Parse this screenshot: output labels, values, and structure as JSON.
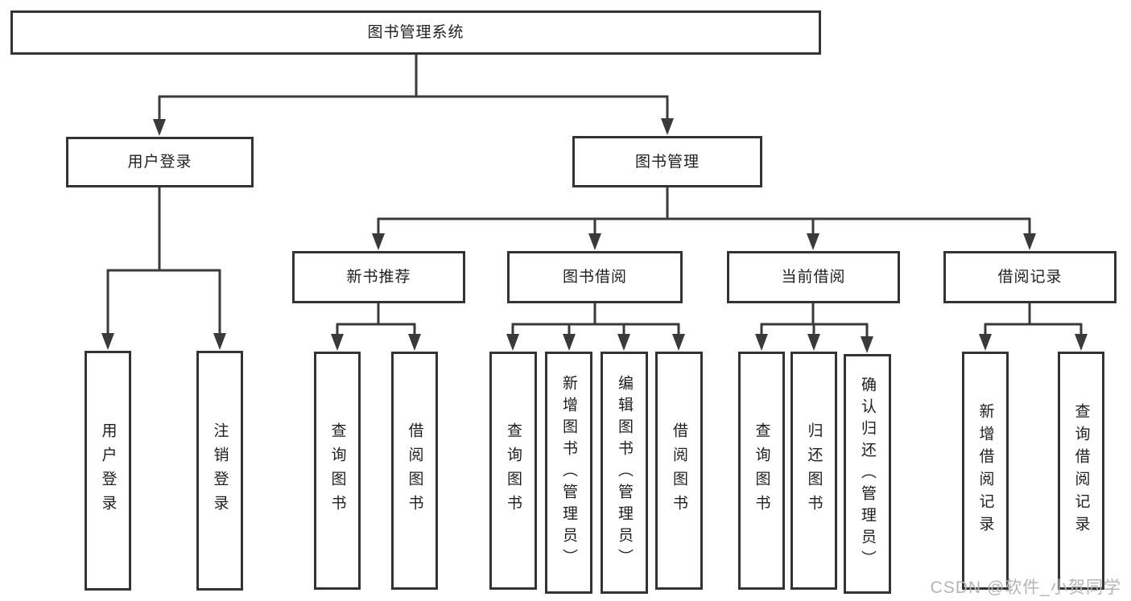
{
  "diagram": {
    "title": "图书管理系统",
    "type": "functional-structure-tree",
    "colors": {
      "box_border": "#333333",
      "connector_line": "#3a3a3a",
      "box_fill": "#ffffff",
      "text": "#1f1f1f",
      "watermark": "#b5b5b5",
      "background": "#ffffff"
    },
    "nodes": {
      "root": {
        "label": "图书管理系统"
      },
      "user_login": {
        "label": "用户登录"
      },
      "book_management": {
        "label": "图书管理"
      },
      "user_login_leaf": {
        "label": "用户登录"
      },
      "logout_leaf": {
        "label": "注销登录"
      },
      "new_book_recommend": {
        "label": "新书推荐"
      },
      "book_borrowing": {
        "label": "图书借阅"
      },
      "current_borrowing": {
        "label": "当前借阅"
      },
      "borrowing_records": {
        "label": "借阅记录"
      },
      "nbr_query_books": {
        "label": "查询图书"
      },
      "nbr_borrow_books": {
        "label": "借阅图书"
      },
      "bb_query_books": {
        "label": "查询图书"
      },
      "bb_add_books_admin": {
        "label": "新增图书（管理员）"
      },
      "bb_edit_books_admin": {
        "label": "编辑图书（管理员）"
      },
      "bb_borrow_books": {
        "label": "借阅图书"
      },
      "cb_query_books": {
        "label": "查询图书"
      },
      "cb_return_books": {
        "label": "归还图书"
      },
      "cb_confirm_return_admin": {
        "label": "确认归还（管理员）"
      },
      "br_add_record": {
        "label": "新增借阅记录"
      },
      "br_query_record": {
        "label": "查询借阅记录"
      }
    },
    "hierarchy": {
      "图书管理系统": {
        "用户登录": [
          "用户登录",
          "注销登录"
        ],
        "图书管理": {
          "新书推荐": [
            "查询图书",
            "借阅图书"
          ],
          "图书借阅": [
            "查询图书",
            "新增图书（管理员）",
            "编辑图书（管理员）",
            "借阅图书"
          ],
          "当前借阅": [
            "查询图书",
            "归还图书",
            "确认归还（管理员）"
          ],
          "借阅记录": [
            "新增借阅记录",
            "查询借阅记录"
          ]
        }
      }
    },
    "watermark": "CSDN @软件_小贺同学"
  }
}
